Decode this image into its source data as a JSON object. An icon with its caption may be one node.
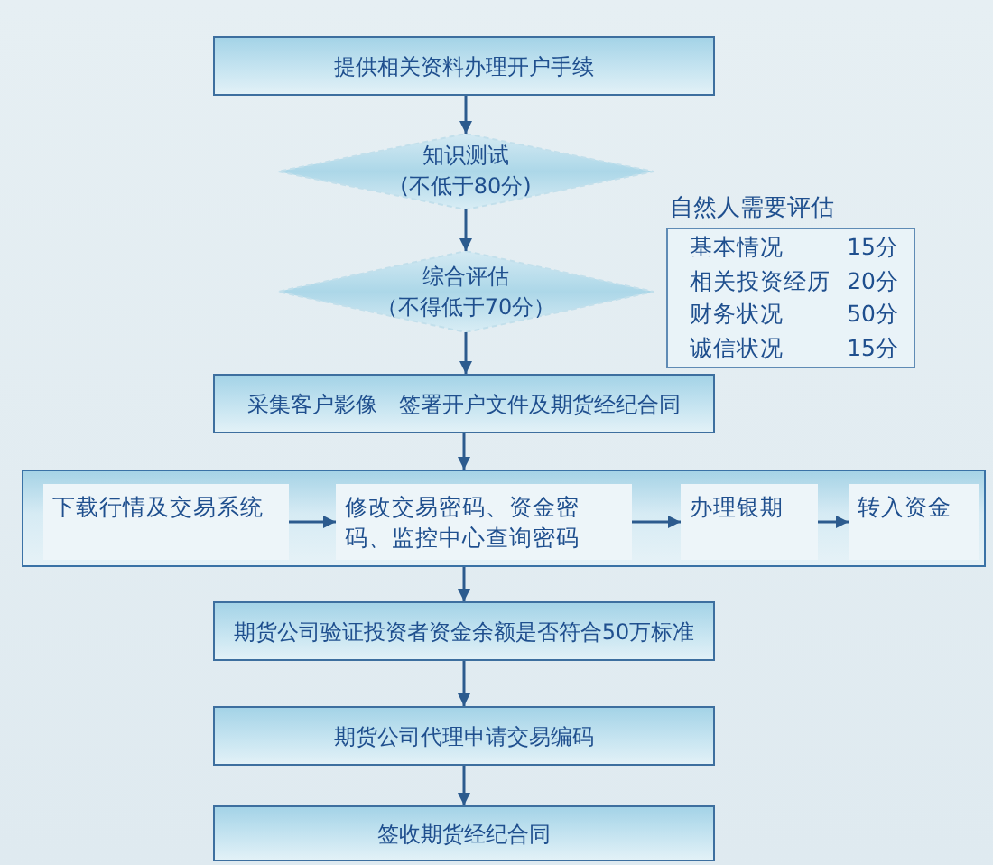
{
  "diagram": {
    "nodes": [
      {
        "text": [
          "提供相关资料办理开户手续"
        ]
      },
      {
        "text": [
          "知识测试",
          "(不低于80分)"
        ]
      },
      {
        "text": [
          "综合评估",
          "（不得低于70分）"
        ]
      },
      {
        "text": [
          "自然人需要评估",
          "基本情况",
          "15分",
          "相关投资经历",
          "20分",
          "财务状况",
          "50分",
          "诚信状况",
          "15分"
        ]
      },
      {
        "text": [
          "采集客户影像　签署开户文件及期货经纪合同"
        ]
      },
      {
        "text": [],
        "shape": "box"
      },
      {
        "text": [
          "下载行情及交易系统"
        ],
        "in": 5
      },
      {
        "text": [
          "修改交易密码、资金密码、监控中心查询密码"
        ],
        "in": 5
      },
      {
        "text": [
          "办理银期"
        ],
        "in": 5
      },
      {
        "text": [
          "转入资金"
        ],
        "in": 5
      },
      {
        "text": [
          "期货公司验证投资者资金余额是否符合50万标准"
        ]
      },
      {
        "text": [
          "期货公司代理申请交易编码"
        ]
      },
      {
        "text": [
          "签收期货经纪合同"
        ]
      }
    ],
    "edges": [
      {
        "from": 0,
        "to": 1,
        "arrow": "to"
      },
      {
        "from": 1,
        "to": 2,
        "arrow": "to"
      },
      {
        "from": 2,
        "to": 4,
        "arrow": "to"
      },
      {
        "from": 4,
        "to": 5,
        "arrow": "to"
      },
      {
        "from": 6,
        "to": 7,
        "arrow": "to"
      },
      {
        "from": 7,
        "to": 8,
        "arrow": "to"
      },
      {
        "from": 8,
        "to": 9,
        "arrow": "to"
      },
      {
        "from": 5,
        "to": 10,
        "arrow": "to"
      },
      {
        "from": 10,
        "to": 11,
        "arrow": "to"
      },
      {
        "from": 11,
        "to": 12,
        "arrow": "to"
      }
    ]
  }
}
